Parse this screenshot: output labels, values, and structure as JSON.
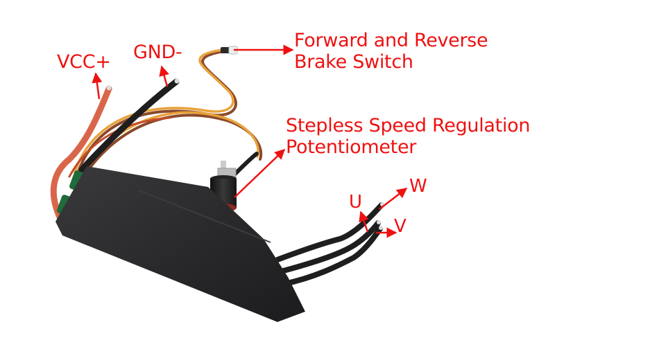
{
  "labels": {
    "vcc": "VCC+",
    "gnd": "GND-",
    "brake_line1": "Forward and Reverse",
    "brake_line2": "Brake Switch",
    "speed_line1": "Stepless Speed Regulation",
    "speed_line2": "Potentiometer",
    "phase_u": "U",
    "phase_v": "V",
    "phase_w": "W"
  },
  "colors": {
    "annotation": "#ee1111",
    "esc_body": "#2a2a2c",
    "wire_red": "#d9664a",
    "wire_black": "#1e1e1e",
    "wire_orange": "#e8a23a",
    "wire_brown": "#8a4a2a",
    "capacitor": "#1f6b3c"
  }
}
